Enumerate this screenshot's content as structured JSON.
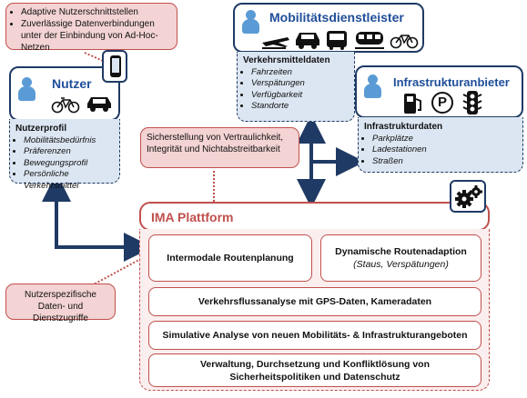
{
  "callout_top": [
    "Adaptive Nutzerschnittstellen",
    "Zuverlässige Datenverbindungen unter der Einbindung von Ad-Hoc-Netzen"
  ],
  "callout_mid": "Sicherstellung von Vertraulichkeit, Integrität und Nichtabstreitbarkeit",
  "callout_bottom": "Nutzerspezifische Daten- und Dienstzugriffe",
  "nutzer": {
    "title": "Nutzer",
    "profile_title": "Nutzerprofil",
    "items": [
      "Mobilitätsbedürfnis",
      "Präferenzen",
      "Bewegungsprofil",
      "Persönliche Verkehrsmittel"
    ]
  },
  "mobil": {
    "title": "Mobilitätsdienstleister",
    "data_title": "Verkehrsmitteldaten",
    "items": [
      "Fahrzeiten",
      "Verspätungen",
      "Verfügbarkeit",
      "Standorte"
    ]
  },
  "infra": {
    "title": "Infrastrukturanbieter",
    "data_title": "Infrastrukturdaten",
    "items": [
      "Parkplätze",
      "Ladestationen",
      "Straßen"
    ],
    "parking_letter": "P"
  },
  "platform": {
    "title": "IMA Plattform",
    "box1": "Intermodale Routenplanung",
    "box2_title": "Dynamische Routenadaption",
    "box2_sub": "(Staus, Verspätungen)",
    "box3": "Verkehrsflussanalyse mit GPS-Daten, Kameradaten",
    "box4": "Simulative Analyse von neuen Mobilitäts- & Infrastrukturangeboten",
    "box5_l1": "Verwaltung, Durchsetzung und Konfliktlösung von",
    "box5_l2": "Sicherheitspolitiken und Datenschutz"
  },
  "colors": {
    "navy": "#1f3a64",
    "blue": "#1f4e99",
    "red": "#c0504d",
    "pink": "#f3d3d3",
    "lightblue": "#dce6f2"
  }
}
